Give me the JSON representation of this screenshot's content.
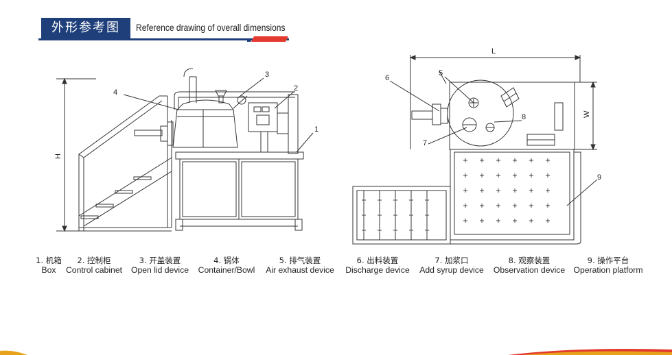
{
  "header": {
    "title_cn": "外形参考图",
    "title_en": "Reference drawing of overall dimensions"
  },
  "side_view": {
    "height_label": "H",
    "callouts": [
      "4",
      "3",
      "2",
      "1"
    ]
  },
  "top_view": {
    "length_label": "L",
    "width_label": "W",
    "callouts": [
      "6",
      "5",
      "8",
      "7",
      "9"
    ]
  },
  "legend": [
    {
      "cn": "1. 机箱",
      "en": "Box"
    },
    {
      "cn": "2. 控制柜",
      "en": "Control cabinet"
    },
    {
      "cn": "3. 开盖装置",
      "en": "Open lid device"
    },
    {
      "cn": "4. 锅体",
      "en": "Container/Bowl"
    },
    {
      "cn": "5. 排气装置",
      "en": "Air exhaust device"
    },
    {
      "cn": "6. 出料装置",
      "en": "Discharge device"
    },
    {
      "cn": "7. 加浆口",
      "en": "Add syrup device"
    },
    {
      "cn": "8. 观察装置",
      "en": "Observation device"
    },
    {
      "cn": "9. 操作平台",
      "en": "Operation platform"
    }
  ],
  "colors": {
    "brand_blue": "#1e3f7a",
    "accent_red": "#e33a2f",
    "line": "#333333"
  }
}
